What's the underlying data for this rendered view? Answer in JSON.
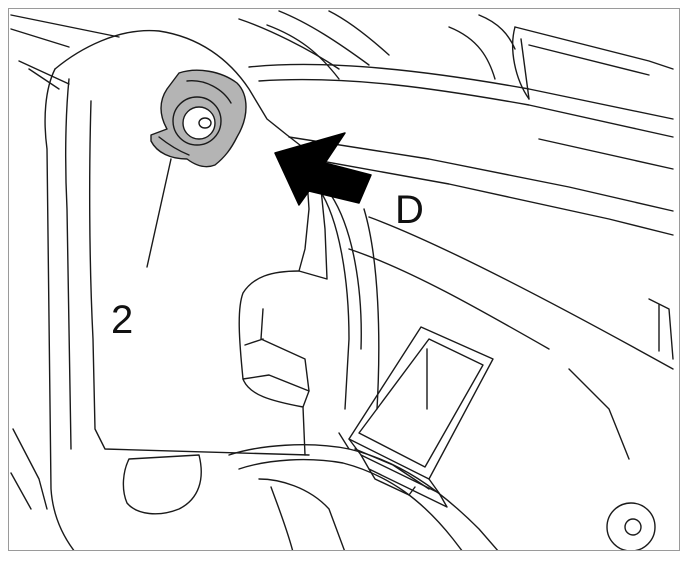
{
  "figure": {
    "callouts": [
      {
        "id": "callout-2",
        "text": "2"
      },
      {
        "id": "callout-d",
        "text": "D"
      }
    ],
    "colors": {
      "line": "#1a1a1a",
      "fastener_fill": "#b4b4b4",
      "arrow_fill": "#000000",
      "frame_border": "#9a9a9a"
    }
  }
}
